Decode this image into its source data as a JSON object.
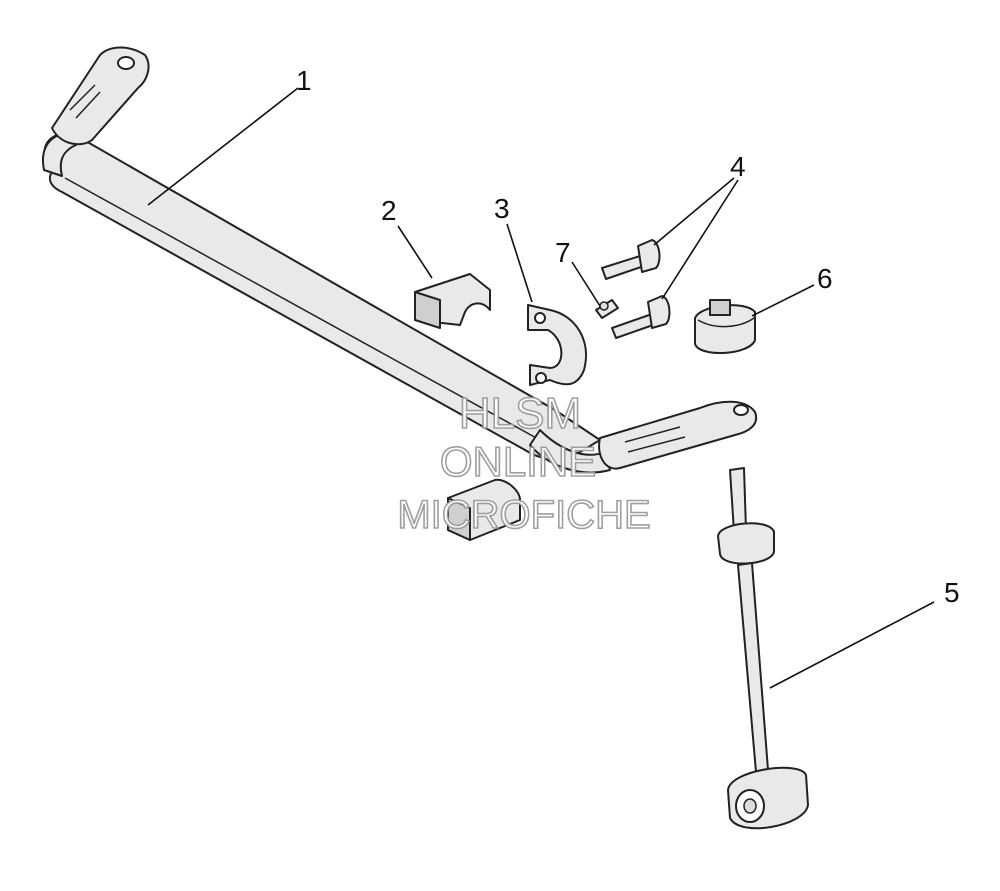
{
  "callouts": {
    "c1": "1",
    "c2": "2",
    "c3": "3",
    "c4": "4",
    "c5": "5",
    "c6": "6",
    "c7": "7"
  },
  "watermark": {
    "line1": "HLSM",
    "line2": "ONLINE",
    "line3": "MICROFICHE"
  }
}
